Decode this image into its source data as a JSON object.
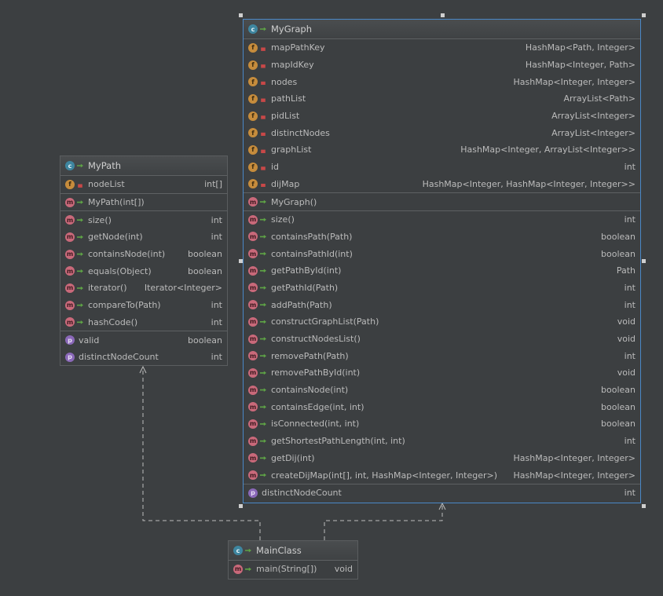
{
  "classes": {
    "mygraph": {
      "title": "MyGraph",
      "fields": [
        {
          "name": "mapPathKey",
          "type": "HashMap<Path, Integer>"
        },
        {
          "name": "mapIdKey",
          "type": "HashMap<Integer, Path>"
        },
        {
          "name": "nodes",
          "type": "HashMap<Integer, Integer>"
        },
        {
          "name": "pathList",
          "type": "ArrayList<Path>"
        },
        {
          "name": "pidList",
          "type": "ArrayList<Integer>"
        },
        {
          "name": "distinctNodes",
          "type": "ArrayList<Integer>"
        },
        {
          "name": "graphList",
          "type": "HashMap<Integer, ArrayList<Integer>>"
        },
        {
          "name": "id",
          "type": "int"
        },
        {
          "name": "dijMap",
          "type": "HashMap<Integer, HashMap<Integer, Integer>>"
        }
      ],
      "constructors": [
        {
          "name": "MyGraph()",
          "type": ""
        }
      ],
      "methods": [
        {
          "name": "size()",
          "type": "int"
        },
        {
          "name": "containsPath(Path)",
          "type": "boolean"
        },
        {
          "name": "containsPathId(int)",
          "type": "boolean"
        },
        {
          "name": "getPathById(int)",
          "type": "Path"
        },
        {
          "name": "getPathId(Path)",
          "type": "int"
        },
        {
          "name": "addPath(Path)",
          "type": "int"
        },
        {
          "name": "constructGraphList(Path)",
          "type": "void"
        },
        {
          "name": "constructNodesList()",
          "type": "void"
        },
        {
          "name": "removePath(Path)",
          "type": "int"
        },
        {
          "name": "removePathById(int)",
          "type": "void"
        },
        {
          "name": "containsNode(int)",
          "type": "boolean"
        },
        {
          "name": "containsEdge(int, int)",
          "type": "boolean"
        },
        {
          "name": "isConnected(int, int)",
          "type": "boolean"
        },
        {
          "name": "getShortestPathLength(int, int)",
          "type": "int"
        },
        {
          "name": "getDij(int)",
          "type": "HashMap<Integer, Integer>"
        },
        {
          "name": "createDijMap(int[], int, HashMap<Integer, Integer>)",
          "type": "HashMap<Integer, Integer>"
        }
      ],
      "properties": [
        {
          "name": "distinctNodeCount",
          "type": "int"
        }
      ]
    },
    "mypath": {
      "title": "MyPath",
      "fields": [
        {
          "name": "nodeList",
          "type": "int[]"
        }
      ],
      "constructors": [
        {
          "name": "MyPath(int[])",
          "type": ""
        }
      ],
      "methods": [
        {
          "name": "size()",
          "type": "int"
        },
        {
          "name": "getNode(int)",
          "type": "int"
        },
        {
          "name": "containsNode(int)",
          "type": "boolean"
        },
        {
          "name": "equals(Object)",
          "type": "boolean"
        },
        {
          "name": "iterator()",
          "type": "Iterator<Integer>"
        },
        {
          "name": "compareTo(Path)",
          "type": "int"
        },
        {
          "name": "hashCode()",
          "type": "int"
        }
      ],
      "properties": [
        {
          "name": "valid",
          "type": "boolean"
        },
        {
          "name": "distinctNodeCount",
          "type": "int"
        }
      ]
    },
    "mainclass": {
      "title": "MainClass",
      "methods": [
        {
          "name": "main(String[])",
          "type": "void"
        }
      ]
    }
  },
  "icons": {
    "class": "class-icon",
    "field": "field-icon",
    "method": "method-icon",
    "property": "property-icon",
    "public": "public-visibility-icon",
    "private": "private-visibility-icon"
  },
  "colors": {
    "background": "#3c3f41",
    "selection": "#4a88c7",
    "class_icon": "#3e86a0",
    "field_icon": "#c68c3c",
    "method_icon": "#c9697a",
    "property_icon": "#8a68b8"
  }
}
